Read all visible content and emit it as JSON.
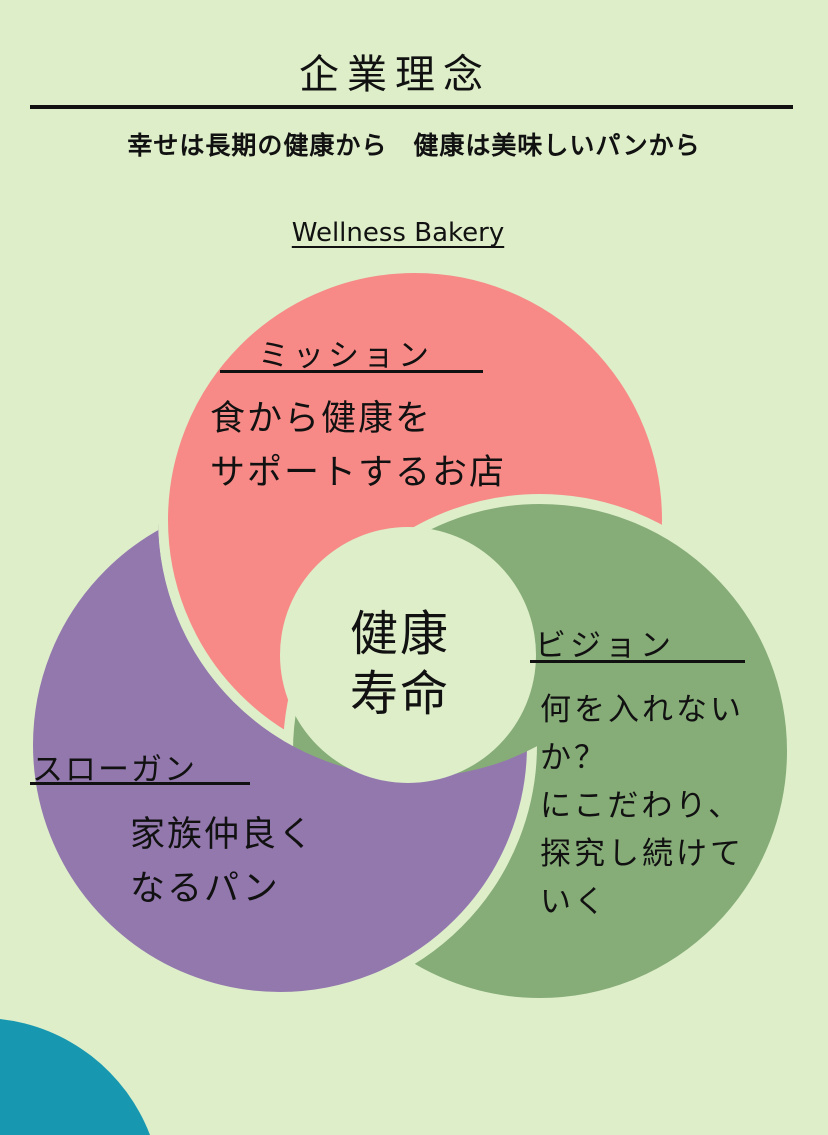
{
  "header": {
    "title": "企業理念",
    "subtitle": "幸せは長期の健康から　健康は美味しいパンから",
    "brand": "Wellness Bakery"
  },
  "center": {
    "line1": "健康",
    "line2": "寿命"
  },
  "mission": {
    "heading": "ミッション",
    "lines": [
      "食から健康を",
      "サポートするお店"
    ]
  },
  "vision": {
    "heading": "ビジョン",
    "lines": [
      "何を入れない",
      "か？",
      "にこだわり、",
      "探究し続けて",
      "いく"
    ]
  },
  "slogan": {
    "heading": "スローガン",
    "lines": [
      "家族仲良く",
      "なるパン"
    ]
  },
  "colors": {
    "background": "#ddeec9",
    "mission": "#f78a87",
    "vision": "#86ac78",
    "slogan": "#9378ae",
    "accent": "#1898b0",
    "text": "#111111"
  }
}
